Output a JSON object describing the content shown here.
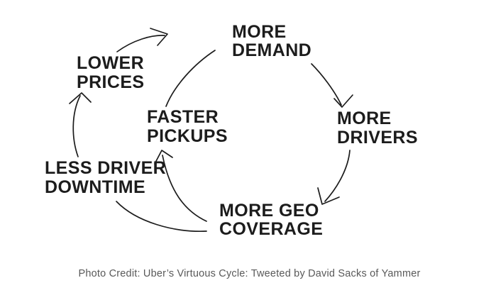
{
  "diagram": {
    "background_color": "#ffffff",
    "ink_color": "#1c1c1c",
    "nodes": {
      "more_demand": {
        "line1": "MORE",
        "line2": "DEMAND"
      },
      "more_drivers": {
        "line1": "MORE",
        "line2": "DRIVERS"
      },
      "more_geo_coverage": {
        "line1": "MORE GEO",
        "line2": "COVERAGE"
      },
      "faster_pickups": {
        "line1": "FASTER",
        "line2": "PICKUPS"
      },
      "less_driver_downtime": {
        "line1": "LESS DRIVER",
        "line2": "DOWNTIME"
      },
      "lower_prices": {
        "line1": "LOWER",
        "line2": "PRICES"
      }
    },
    "edges": [
      {
        "from": "more_demand",
        "to": "more_drivers",
        "arrowhead": true
      },
      {
        "from": "more_drivers",
        "to": "more_geo_coverage",
        "arrowhead": true
      },
      {
        "from": "more_geo_coverage",
        "to": "faster_pickups",
        "arrowhead": true
      },
      {
        "from": "faster_pickups",
        "to": "more_demand",
        "arrowhead": false
      },
      {
        "from": "more_geo_coverage",
        "to": "less_driver_downtime",
        "arrowhead": false
      },
      {
        "from": "less_driver_downtime",
        "to": "lower_prices",
        "arrowhead": true
      },
      {
        "from": "lower_prices",
        "to": "more_demand",
        "arrowhead": true
      }
    ],
    "caption": {
      "text": "Photo Credit: Uber’s Virtuous Cycle: Tweeted by David Sacks of Yammer",
      "color": "#595959"
    }
  }
}
